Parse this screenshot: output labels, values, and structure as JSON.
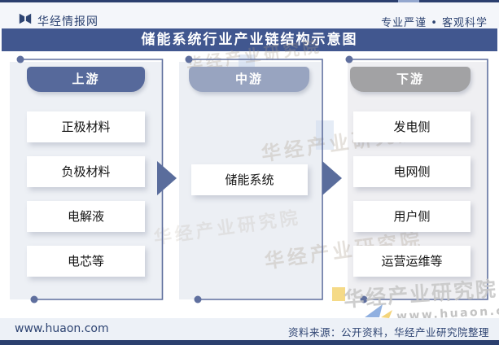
{
  "header": {
    "logo_text": "华经情报网",
    "tagline": "专业严谨 • 客观科学"
  },
  "title": "储能系统行业产业链结构示意图",
  "chain": {
    "columns": [
      {
        "label": "上游",
        "header_color": "#56699B",
        "items": [
          "正极材料",
          "负极材料",
          "电解液",
          "电芯等"
        ]
      },
      {
        "label": "中游",
        "header_color": "#98A4C0",
        "items": [
          "储能系统"
        ]
      },
      {
        "label": "下游",
        "header_color": "#A2A2A4",
        "items": [
          "发电侧",
          "电网侧",
          "用户侧",
          "运营运维等"
        ]
      }
    ],
    "arrows": [
      {
        "icon": "arrow-right-icon",
        "from": "上游",
        "to": "中游"
      },
      {
        "icon": "arrow-right-icon",
        "from": "中游",
        "to": "下游"
      }
    ]
  },
  "watermark": {
    "brand_text": "华经产业研究院",
    "site_text": "www.huaon.com"
  },
  "footer": {
    "site_url": "www.huaon.com",
    "source_note": "资料来源：公开资料，华经产业研究院整理"
  },
  "colors": {
    "banner": "#41578F",
    "navy_text": "#2E4472",
    "upstream_header": "#56699B",
    "midstream_header": "#98A4C0",
    "downstream_header": "#A2A2A4",
    "arrow": "#5A6D9C",
    "bracket": "#5F6F9E",
    "column_bg": "#EDF0F5",
    "footer_bg": "#EDF1F7"
  }
}
